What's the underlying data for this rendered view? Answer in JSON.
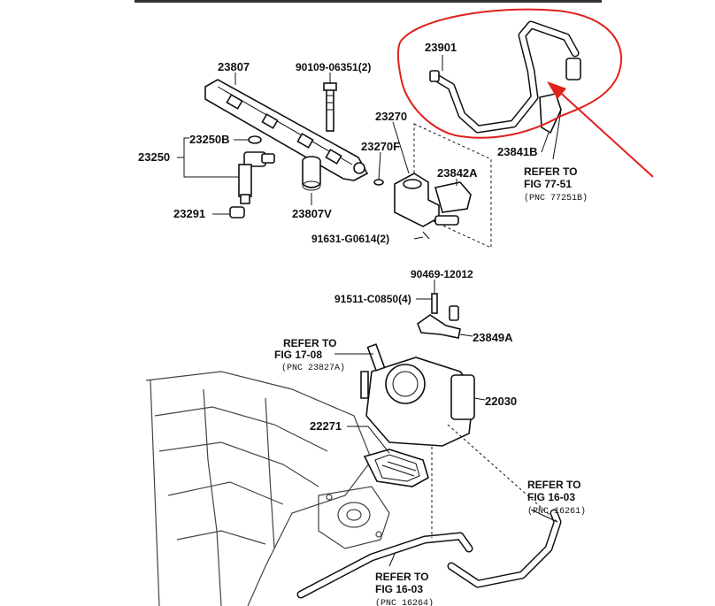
{
  "labels": {
    "p23807": "23807",
    "p90109": "90109-06351(2)",
    "p23250b": "23250B",
    "p23250": "23250",
    "p23270": "23270",
    "p23270f": "23270F",
    "p23842a": "23842A",
    "p23291": "23291",
    "p23807v": "23807V",
    "p91631": "91631-G0614(2)",
    "p23901": "23901",
    "p23841b": "23841B",
    "p90469": "90469-12012",
    "p91511": "91511-C0850(4)",
    "p23849a": "23849A",
    "p22030": "22030",
    "p22271": "22271"
  },
  "refers": {
    "r1": {
      "line1": "REFER TO",
      "line2": "FIG 77-51",
      "pnc": "(PNC 77251B)"
    },
    "r2": {
      "line1": "REFER TO",
      "line2": "FIG 17-08",
      "pnc": "(PNC 23827A)"
    },
    "r3": {
      "line1": "REFER TO",
      "line2": "FIG 16-03",
      "pnc": "(PNC 16261)"
    },
    "r4": {
      "line1": "REFER TO",
      "line2": "FIG 16-03",
      "pnc": "(PNC 16264)"
    }
  },
  "colors": {
    "annotation": "#e0201b",
    "ink": "#111111"
  }
}
